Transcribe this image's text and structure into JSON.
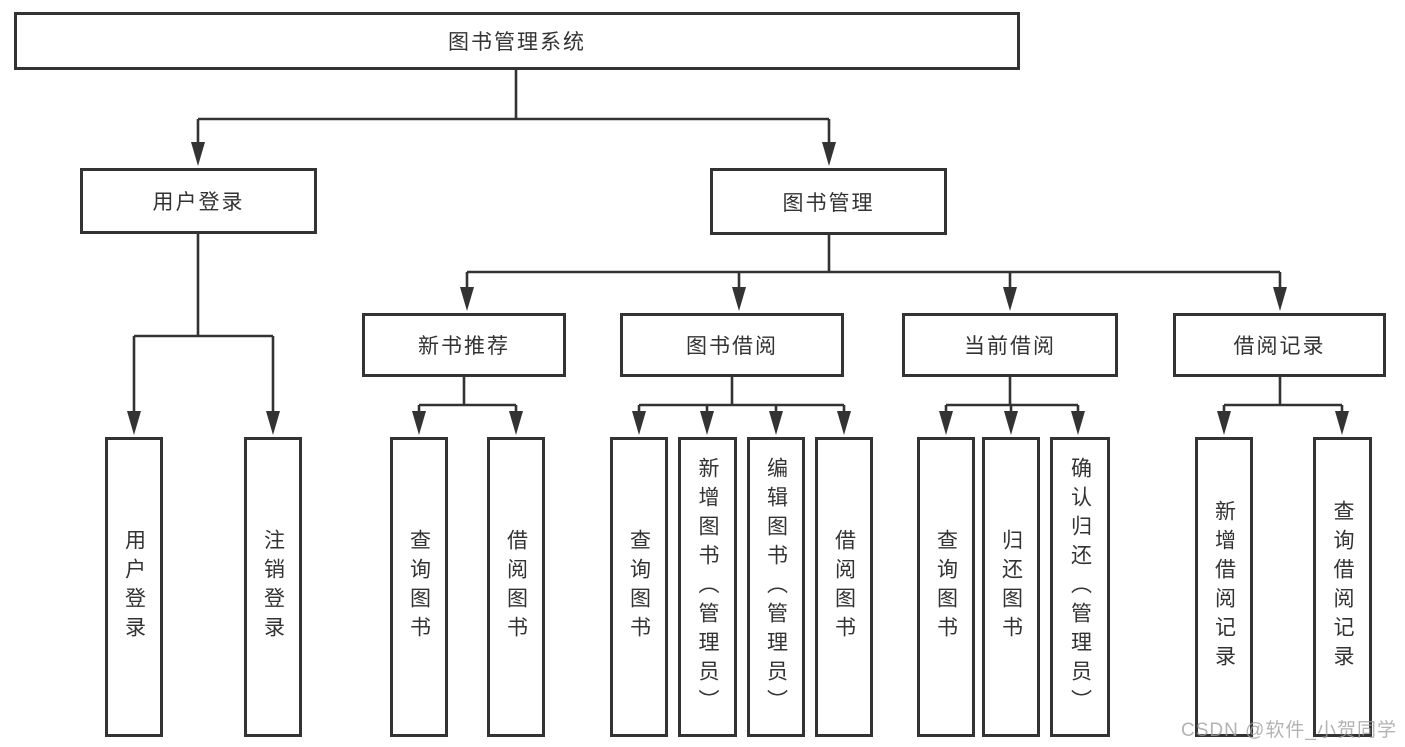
{
  "diagram": {
    "title": "图书管理系统",
    "level2": [
      {
        "label": "用户登录"
      },
      {
        "label": "图书管理"
      }
    ],
    "level3": [
      {
        "label": "新书推荐"
      },
      {
        "label": "图书借阅"
      },
      {
        "label": "当前借阅"
      },
      {
        "label": "借阅记录"
      }
    ],
    "leaves": [
      {
        "label": "用户登录",
        "parent": "用户登录"
      },
      {
        "label": "注销登录",
        "parent": "用户登录"
      },
      {
        "label": "查询图书",
        "parent": "新书推荐"
      },
      {
        "label": "借阅图书",
        "parent": "新书推荐"
      },
      {
        "label": "查询图书",
        "parent": "图书借阅"
      },
      {
        "label": "新增图书（管理员）",
        "parent": "图书借阅"
      },
      {
        "label": "编辑图书（管理员）",
        "parent": "图书借阅"
      },
      {
        "label": "借阅图书",
        "parent": "图书借阅"
      },
      {
        "label": "查询图书",
        "parent": "当前借阅"
      },
      {
        "label": "归还图书",
        "parent": "当前借阅"
      },
      {
        "label": "确认归还（管理员）",
        "parent": "当前借阅"
      },
      {
        "label": "新增借阅记录",
        "parent": "借阅记录"
      },
      {
        "label": "查询借阅记录",
        "parent": "借阅记录"
      }
    ]
  },
  "watermark": {
    "text": "CSDN @软件_小贺同学"
  },
  "colors": {
    "background": "#ffffff",
    "line": "#333333",
    "box_border": "#333333",
    "text": "#333333",
    "watermark": "#a0a0a0"
  }
}
